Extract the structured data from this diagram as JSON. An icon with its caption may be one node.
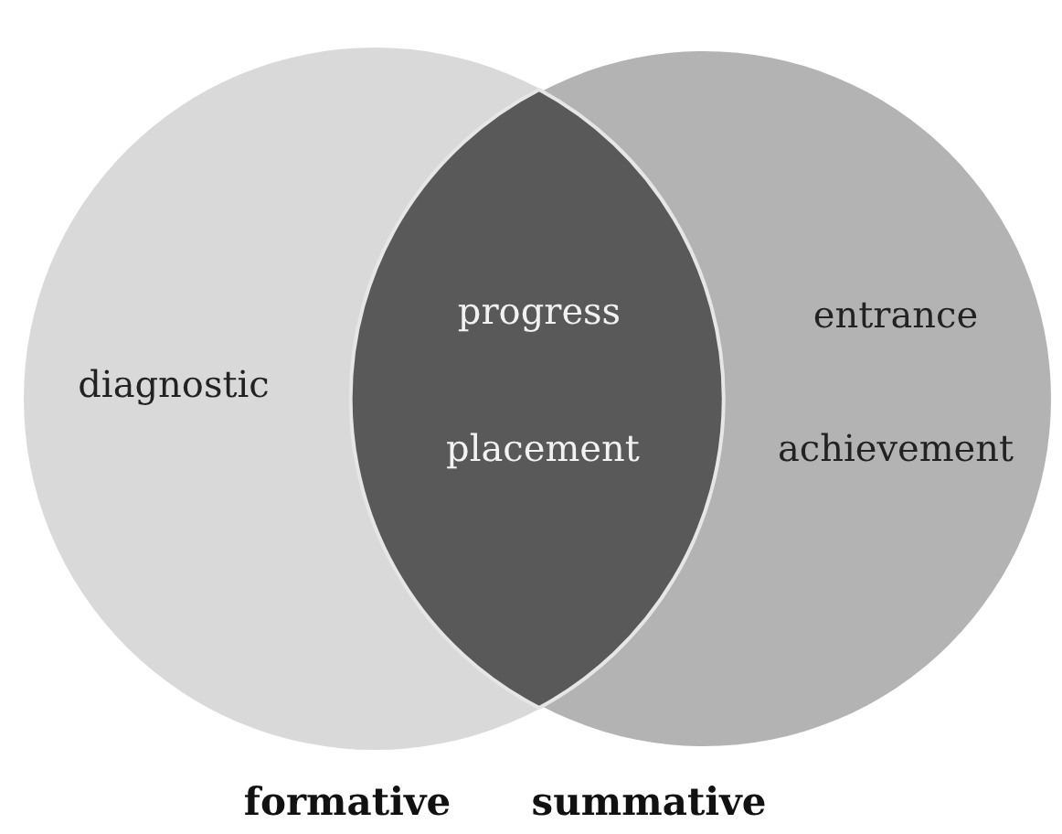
{
  "diagram": {
    "nodes": [
      {
        "text": [
          "diagnostic",
          "formative"
        ]
      },
      {
        "text": [
          "progress",
          "placement"
        ]
      },
      {
        "text": [
          "entrance",
          "achievement",
          "summative"
        ]
      }
    ],
    "edges": []
  }
}
